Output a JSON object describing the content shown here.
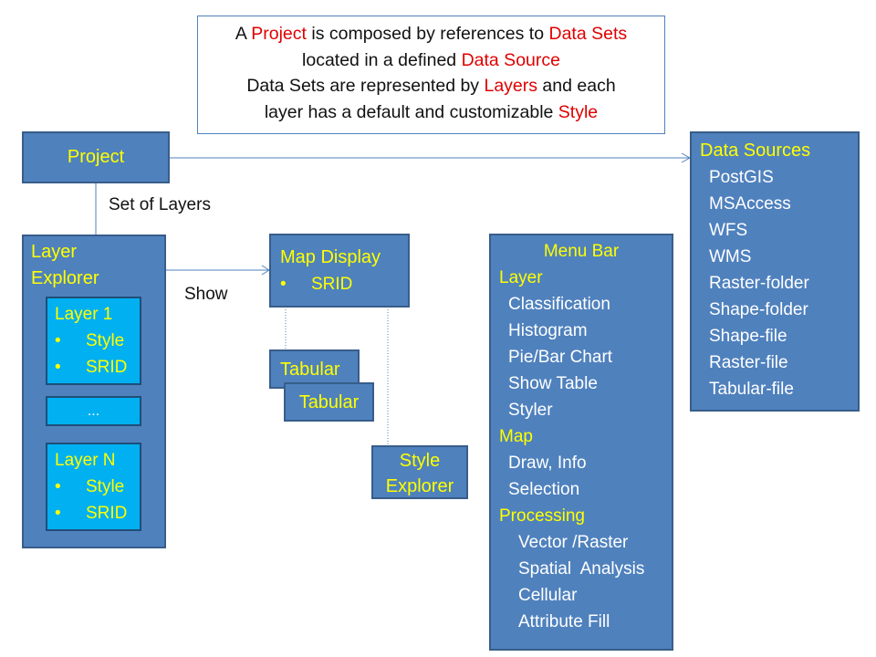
{
  "note": {
    "line1": [
      "A ",
      "Project",
      " is composed by references to ",
      "Data Sets"
    ],
    "line2": [
      "located in a defined ",
      "Data Source"
    ],
    "line3": [
      "Data Sets are represented by ",
      "Layers",
      " and each"
    ],
    "line4": [
      "layer has a default and customizable ",
      "Style"
    ]
  },
  "project": {
    "title": "Project"
  },
  "edge_labels": {
    "set_of_layers": "Set of Layers",
    "show": "Show"
  },
  "layer_explorer": {
    "title_line1": "Layer",
    "title_line2": "Explorer",
    "layer1": {
      "title": "Layer 1",
      "items": [
        "Style",
        "SRID"
      ]
    },
    "ellipsis": "...",
    "layerN": {
      "title": "Layer N",
      "items": [
        "Style",
        "SRID"
      ]
    }
  },
  "map_display": {
    "title": "Map Display",
    "items": [
      "SRID"
    ]
  },
  "tabular": [
    "Tabular",
    "Tabular"
  ],
  "style_explorer": {
    "line1": "Style",
    "line2": "Explorer"
  },
  "menu_bar": {
    "title": "Menu Bar",
    "sections": [
      {
        "name": "Layer",
        "items": [
          "Classification",
          "Histogram",
          "Pie/Bar Chart",
          "Show Table",
          "Styler"
        ]
      },
      {
        "name": "Map",
        "items": [
          "Draw, Info",
          "Selection"
        ]
      },
      {
        "name": "Processing",
        "items": [
          "Vector /Raster",
          "Spatial  Analysis",
          "Cellular",
          "Attribute Fill"
        ]
      }
    ]
  },
  "data_sources": {
    "title": "Data Sources",
    "items": [
      "PostGIS",
      "MSAccess",
      "WFS",
      "WMS",
      "Raster-folder",
      "Shape-folder",
      "Shape-file",
      "Raster-file",
      "Tabular-file"
    ]
  },
  "colors": {
    "box_fill": "#4f81bd",
    "box_border": "#385d8a",
    "layer_fill": "#00b0f0",
    "title_text": "#ffff00",
    "item_text": "#ffffff",
    "highlight": "#e00000"
  },
  "bullet": "•"
}
